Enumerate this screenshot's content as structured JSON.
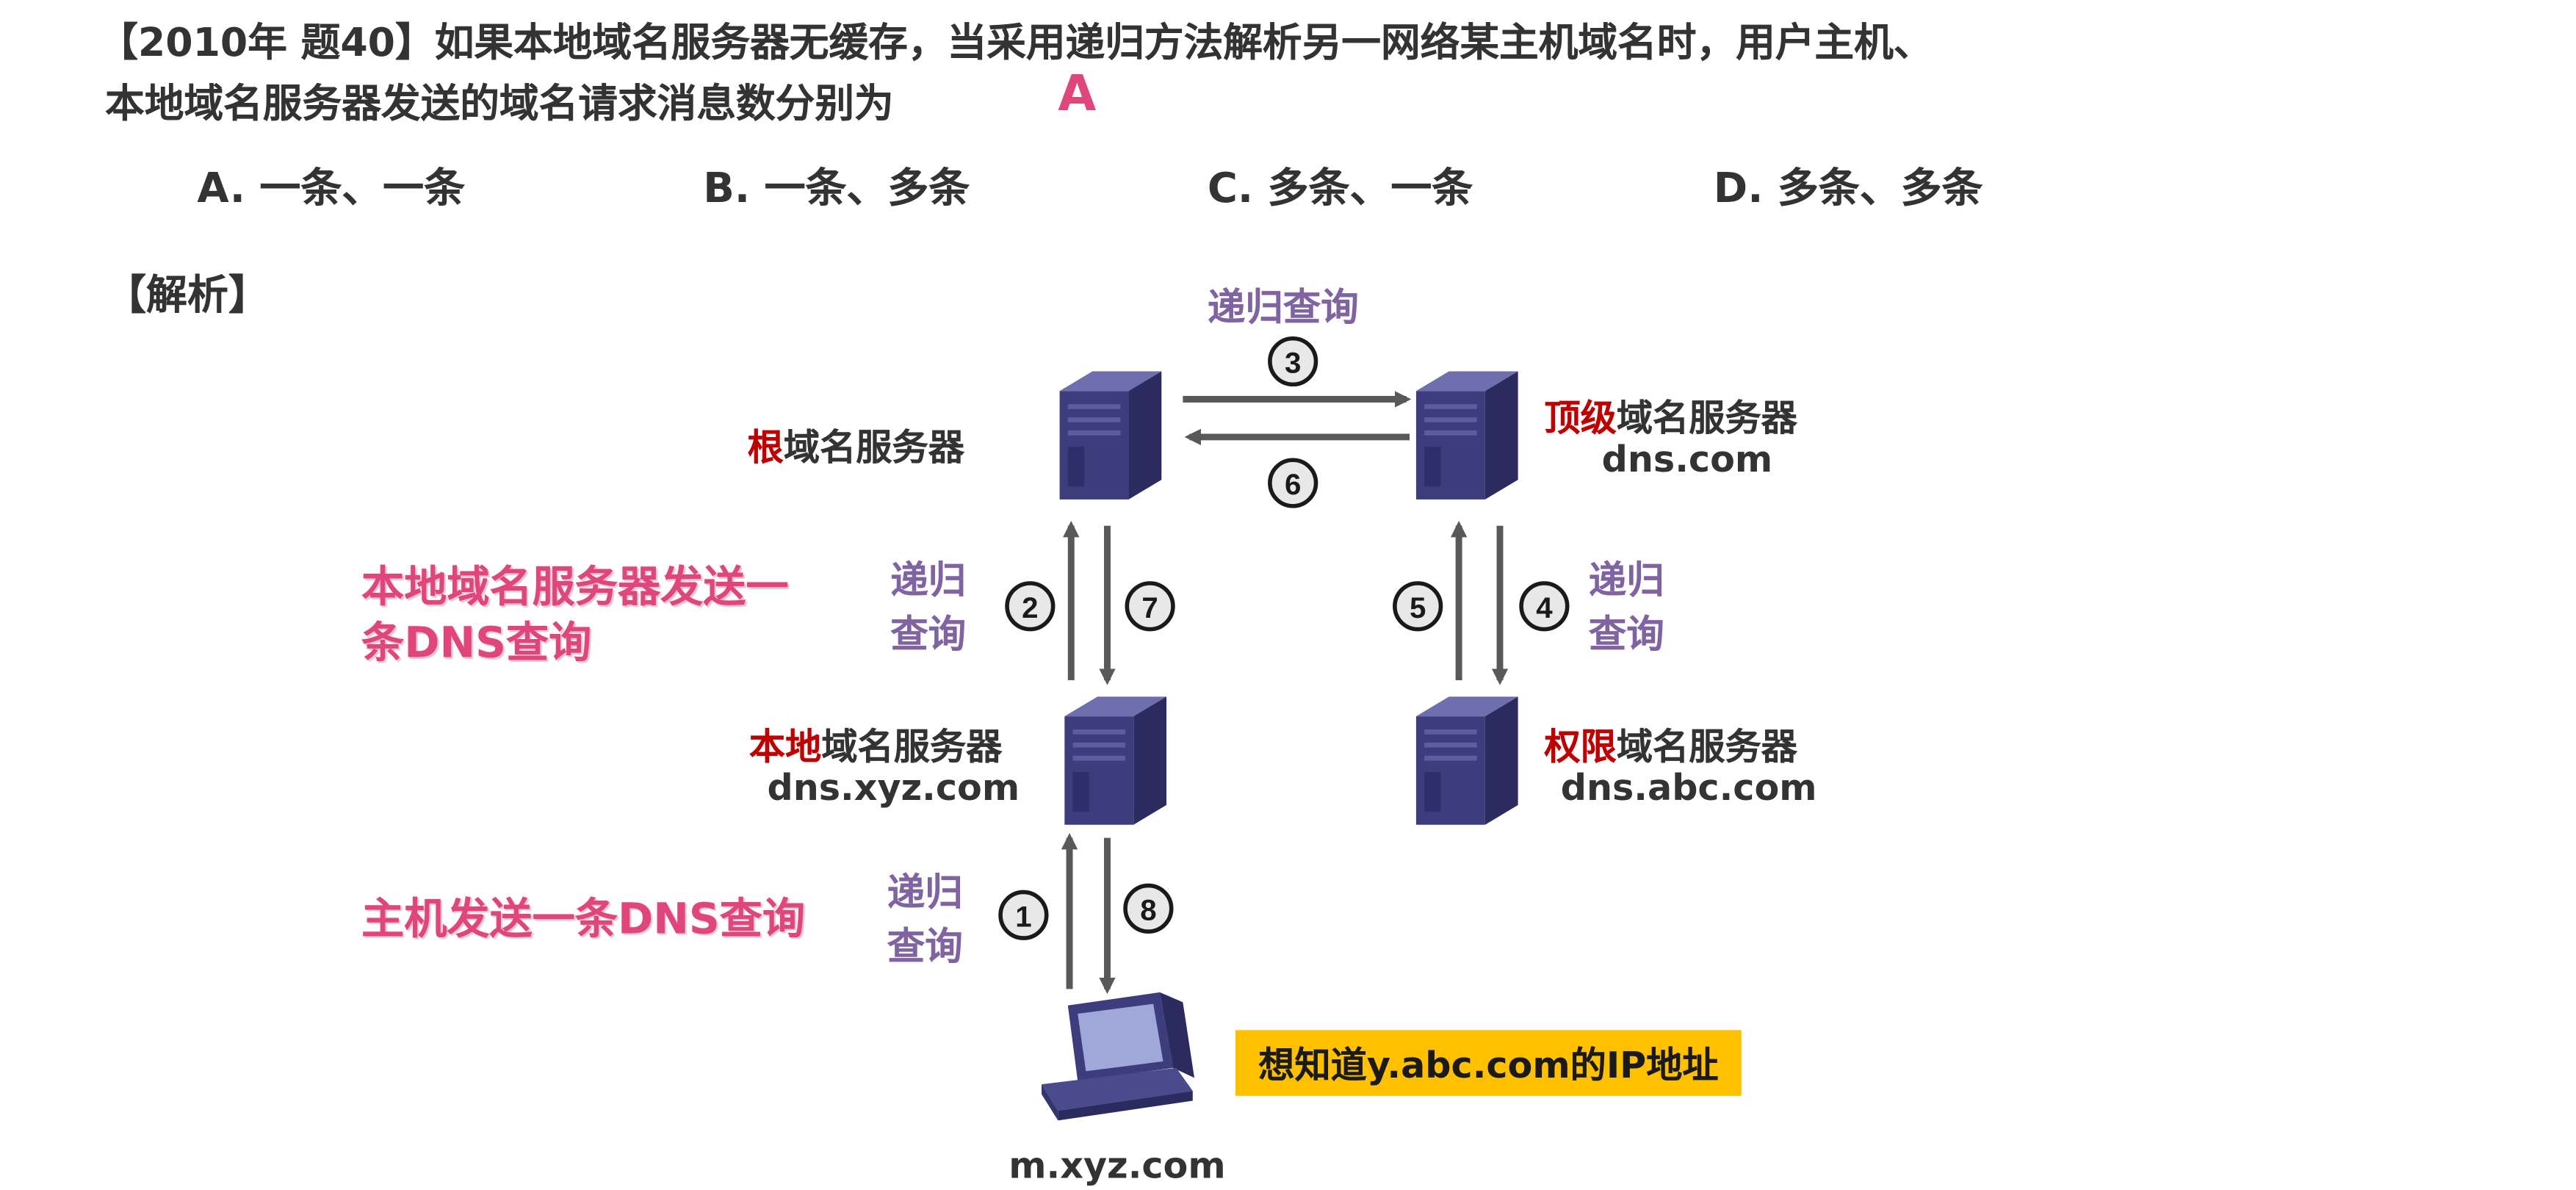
{
  "question": {
    "line1": "【2010年 题40】如果本地域名服务器无缓存，当采用递归方法解析另一网络某主机域名时，用户主机、",
    "line2": "本地域名服务器发送的域名请求消息数分别为",
    "answer": "A"
  },
  "options": [
    {
      "label": "A. 一条、一条"
    },
    {
      "label": "B. 一条、多条"
    },
    {
      "label": "C. 多条、一条"
    },
    {
      "label": "D. 多条、多条"
    }
  ],
  "analysis_title": "【解析】",
  "servers": {
    "root": {
      "prefix": "根",
      "suffix": "域名服务器"
    },
    "tld": {
      "prefix": "顶级",
      "suffix": "域名服务器",
      "host": "dns.com"
    },
    "local": {
      "prefix": "本地",
      "suffix": "域名服务器",
      "host": "dns.xyz.com"
    },
    "auth": {
      "prefix": "权限",
      "suffix": "域名服务器",
      "host": "dns.abc.com"
    },
    "client": {
      "host": "m.xyz.com"
    }
  },
  "queries": {
    "top": "递归查询",
    "left_a": "递归",
    "left_b": "查询",
    "right_a": "递归",
    "right_b": "查询",
    "bottom_a": "递归",
    "bottom_b": "查询"
  },
  "steps": [
    "1",
    "2",
    "3",
    "4",
    "5",
    "6",
    "7",
    "8"
  ],
  "notes": {
    "local_line1": "本地域名服务器发送一",
    "local_line2": "条DNS查询",
    "host": "主机发送一条DNS查询"
  },
  "callout": "想知道y.abc.com的IP地址",
  "colors": {
    "red": "#c00000",
    "purple": "#8064a2",
    "pink": "#e0457b",
    "callout_bg": "#ffc000",
    "server": "#3d3d7e",
    "arrow": "#595959"
  }
}
